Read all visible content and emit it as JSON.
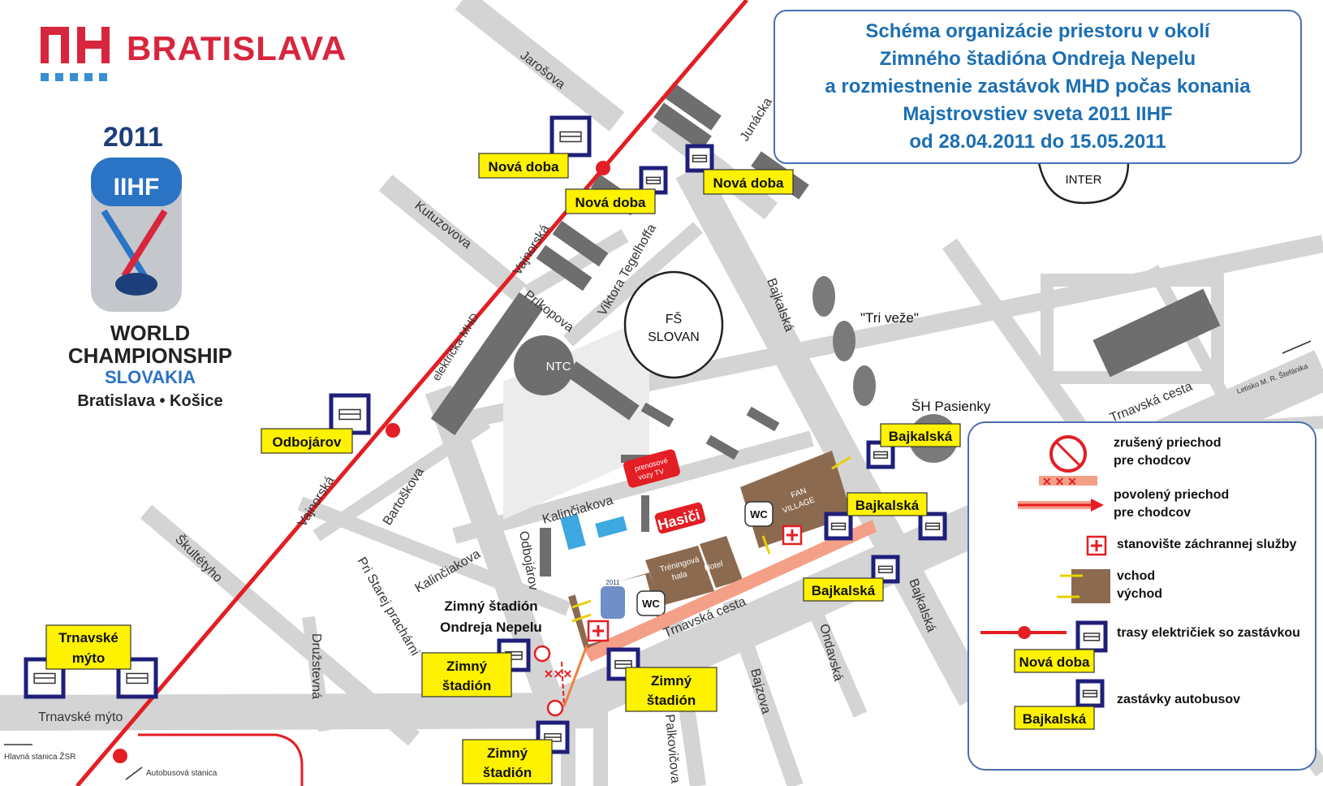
{
  "branding": {
    "city": "BRATISLAVA",
    "year": "2011",
    "iihf": "IIHF",
    "wc_line1": "WORLD",
    "wc_line2": "CHAMPIONSHIP",
    "wc_line3": "SLOVAKIA",
    "wc_line4": "Bratislava • Košice"
  },
  "title": {
    "line1": "Schéma organizácie priestoru v okolí",
    "line2": "Zimného štadióna Ondreja Nepelu",
    "line3": "a rozmiestnenie zastávok MHD počas konania",
    "line4": "Majstrovstiev sveta 2011 IIHF",
    "line5": "od 28.04.2011 do 15.05.2011"
  },
  "streets": {
    "jarosova": "Jarošova",
    "junacka": "Junácka",
    "kutuzovova": "Kutuzovova",
    "vajnorska_top": "Vajnorská",
    "vajnorska_bottom": "Vajnorská",
    "elektricka": "električka MHD",
    "prikopova": "Príkopova",
    "tegelhoffa": "Viktora Tegelhoffa",
    "bajkalska_top": "Bajkalská",
    "bajkalska_bottom": "Bajkalská",
    "trnavska_right": "Trnavská cesta",
    "trnavska_mid": "Trnavská cesta",
    "kalinciakova1": "Kalinčiakova",
    "kalinciakova2": "Kalinčiakova",
    "bartoskova": "Bartoškova",
    "skultetyho": "Škultétyho",
    "pri_starej": "Pri Starej prachárni",
    "druzstevna": "Družstevná",
    "odbojarov_street": "Odbojárov",
    "ondavska": "Ondavská",
    "bajzova": "Bajzova",
    "palkovicova": "Palkovičova",
    "trnavske_myto_street": "Trnavské mýto",
    "letisko": "Letisko M. R. Štefánika",
    "hlavna": "Hlavná stanica ŽSR",
    "autobusova": "Autobusová stanica"
  },
  "places": {
    "fs_slovan_1": "FŠ",
    "fs_slovan_2": "SLOVAN",
    "ntc": "NTC",
    "inter": "INTER",
    "tri_veze": "\"Tri veže\"",
    "sh_pasienky": "ŠH Pasienky",
    "prenosove_1": "prenosové",
    "prenosove_2": "vozy TV",
    "hasici": "Hasiči",
    "treningova_1": "Tréningová",
    "treningova_2": "hala",
    "hotel": "Hotel",
    "fan_village_1": "FAN",
    "fan_village_2": "VILLAGE",
    "wc": "WC",
    "stadion_1": "Zimný štadión",
    "stadion_2": "Ondreja Nepelu",
    "small_logo": "2011"
  },
  "stops": {
    "nova_doba": "Nová doba",
    "odbojarov": "Odbojárov",
    "trnavske_myto_1": "Trnavské",
    "trnavske_myto_2": "mýto",
    "bajkalska": "Bajkalská",
    "zimny": "Zimný",
    "stadion": "štadión"
  },
  "legend": {
    "closed_1": "zrušený priechod",
    "closed_2": "pre chodcov",
    "allowed_1": "povolený priechod",
    "allowed_2": "pre chodcov",
    "rescue": "stanovište záchrannej služby",
    "entry": "vchod",
    "exit": "východ",
    "tram": "trasy električiek so zastávkou",
    "tram_stop": "Nová doba",
    "bus": "zastávky autobusov",
    "bus_stop": "Bajkalská"
  },
  "colors": {
    "tram_line": "#e31e24",
    "stop_label": "#fff200",
    "title_blue": "#1c6fb3",
    "brand_red": "#d7263d",
    "fan_village": "#8c6a4f",
    "pedestrian": "#f4a089"
  }
}
